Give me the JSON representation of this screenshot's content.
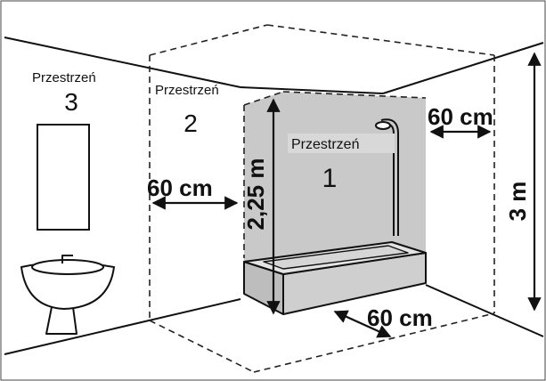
{
  "zones": {
    "zone_3": {
      "label": "Przestrzeń",
      "number": "3"
    },
    "zone_2": {
      "label": "Przestrzeń",
      "number": "2"
    },
    "zone_1": {
      "label": "Przestrzeń",
      "number": "1"
    }
  },
  "dimensions": {
    "top_right_width": "60 cm",
    "left_width": "60 cm",
    "front_width": "60 cm",
    "shower_height": "2,25 m",
    "room_height": "3 m"
  },
  "colors": {
    "zone_1_fill": "#c9c9c9",
    "line": "#111111",
    "dashed": "#222222"
  }
}
